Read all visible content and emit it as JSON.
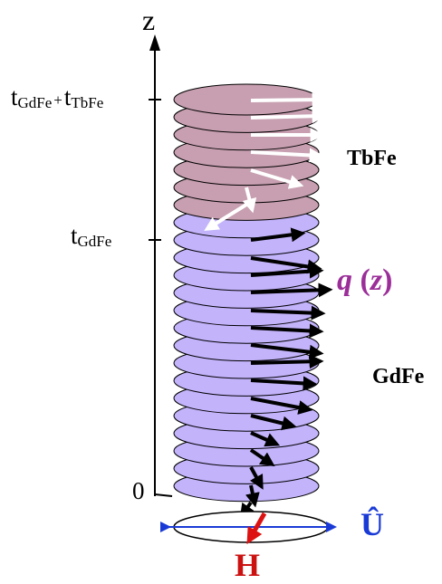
{
  "axis": {
    "name": "z"
  },
  "ticks": {
    "top": {
      "base1": "t",
      "sub1": "GdFe",
      "plus": "+",
      "base2": "t",
      "sub2": "TbFe"
    },
    "middle": {
      "base": "t",
      "sub": "GdFe"
    },
    "zero": "0"
  },
  "regions": {
    "top": "TbFe",
    "bottom": "GdFe"
  },
  "q_label": {
    "symbol": "q",
    "open": "(",
    "var": "z",
    "close": ")"
  },
  "field_label": "H",
  "easy_axis_label": "Û",
  "colors": {
    "tbfe_fill": "#c79fb0",
    "gdfe_fill": "#c3b3fb",
    "arrow_tbfe": "#ffffff",
    "arrow_gdfe": "#000000",
    "field_arrow": "#dd1111",
    "easy_axis_arrow": "#1a3ad6",
    "q_color": "#9b2e99"
  }
}
